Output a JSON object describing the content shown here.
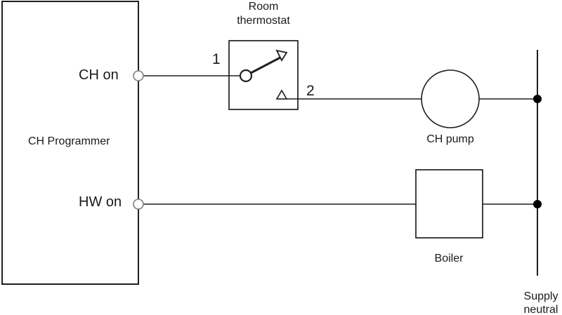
{
  "diagram": {
    "programmer": {
      "label": "CH Programmer",
      "ch_terminal_label": "CH on",
      "hw_terminal_label": "HW on"
    },
    "room_thermostat": {
      "label_line1": "Room",
      "label_line2": "thermostat",
      "terminal_1_label": "1",
      "terminal_2_label": "2"
    },
    "ch_pump": {
      "label": "CH pump"
    },
    "boiler": {
      "label": "Boiler"
    },
    "supply_neutral": {
      "label_line1": "Supply",
      "label_line2": "neutral"
    },
    "colors": {
      "background": "#ffffff",
      "line": "#1f1f1f",
      "terminal_stroke": "#7f7f7f",
      "junction_fill": "#000000",
      "text": "#1a1a1a"
    }
  }
}
